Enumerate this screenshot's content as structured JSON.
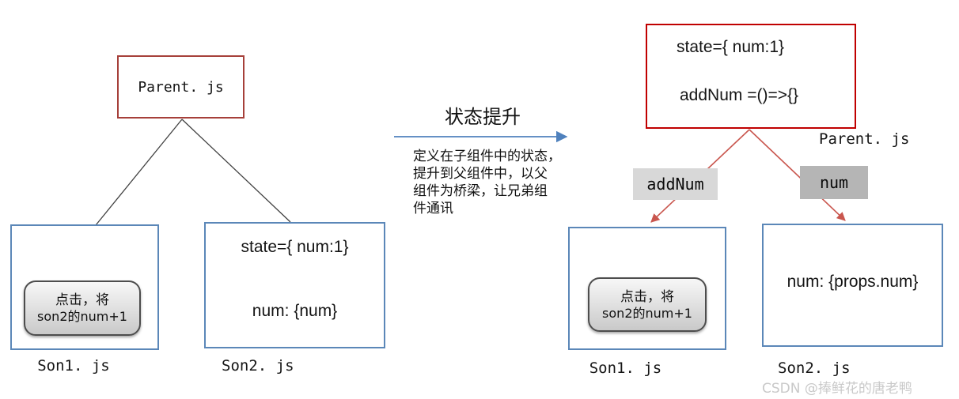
{
  "colors": {
    "red_box_left": "#a6403a",
    "red_box_right": "#c00000",
    "blue_box": "#5b87b8",
    "arrow_blue": "#4f81bd",
    "arrow_red": "#c9564e",
    "line_dark": "#404040",
    "badge_light": "#d8d8d8",
    "badge_dark": "#b5b5b5",
    "watermark": "#c9c9c9",
    "button_border": "#4d4d4d"
  },
  "left": {
    "parent_label": "Parent. js",
    "son1_label": "Son1. js",
    "son2_label": "Son2. js",
    "button": {
      "line1": "点击，将",
      "line2": "son2的num+1"
    },
    "son2_code": [
      "state={ num:1}",
      "num: {num}"
    ]
  },
  "middle": {
    "title": "状态提升",
    "desc_lines": [
      "定义在子组件中的状态，",
      "提升到父组件中，以父",
      "组件为桥梁，让兄弟组",
      "件通讯"
    ]
  },
  "right": {
    "parent_code": [
      "state={ num:1}",
      "addNum =()=>{}"
    ],
    "parent_label": "Parent. js",
    "badges": {
      "addnum": "addNum",
      "num": "num"
    },
    "son1_label": "Son1. js",
    "son2_label": "Son2. js",
    "button": {
      "line1": "点击，将",
      "line2": "son2的num+1"
    },
    "son2_code": "num: {props.num}"
  },
  "watermark": "CSDN @捧鲜花的唐老鸭"
}
